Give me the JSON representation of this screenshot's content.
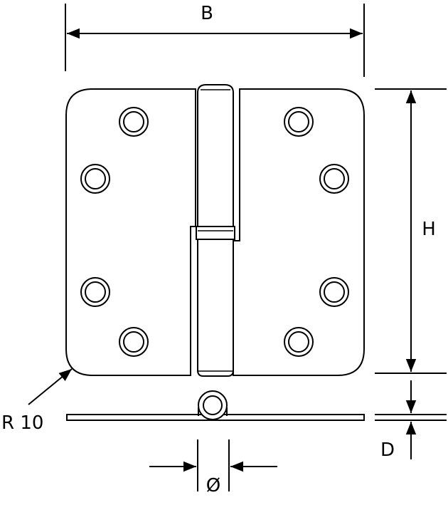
{
  "figure": {
    "title": "",
    "labels": {
      "width": "B",
      "height": "H",
      "thickness": "D",
      "corner_radius": "R 10",
      "knuckle_diameter": "Ø"
    }
  }
}
